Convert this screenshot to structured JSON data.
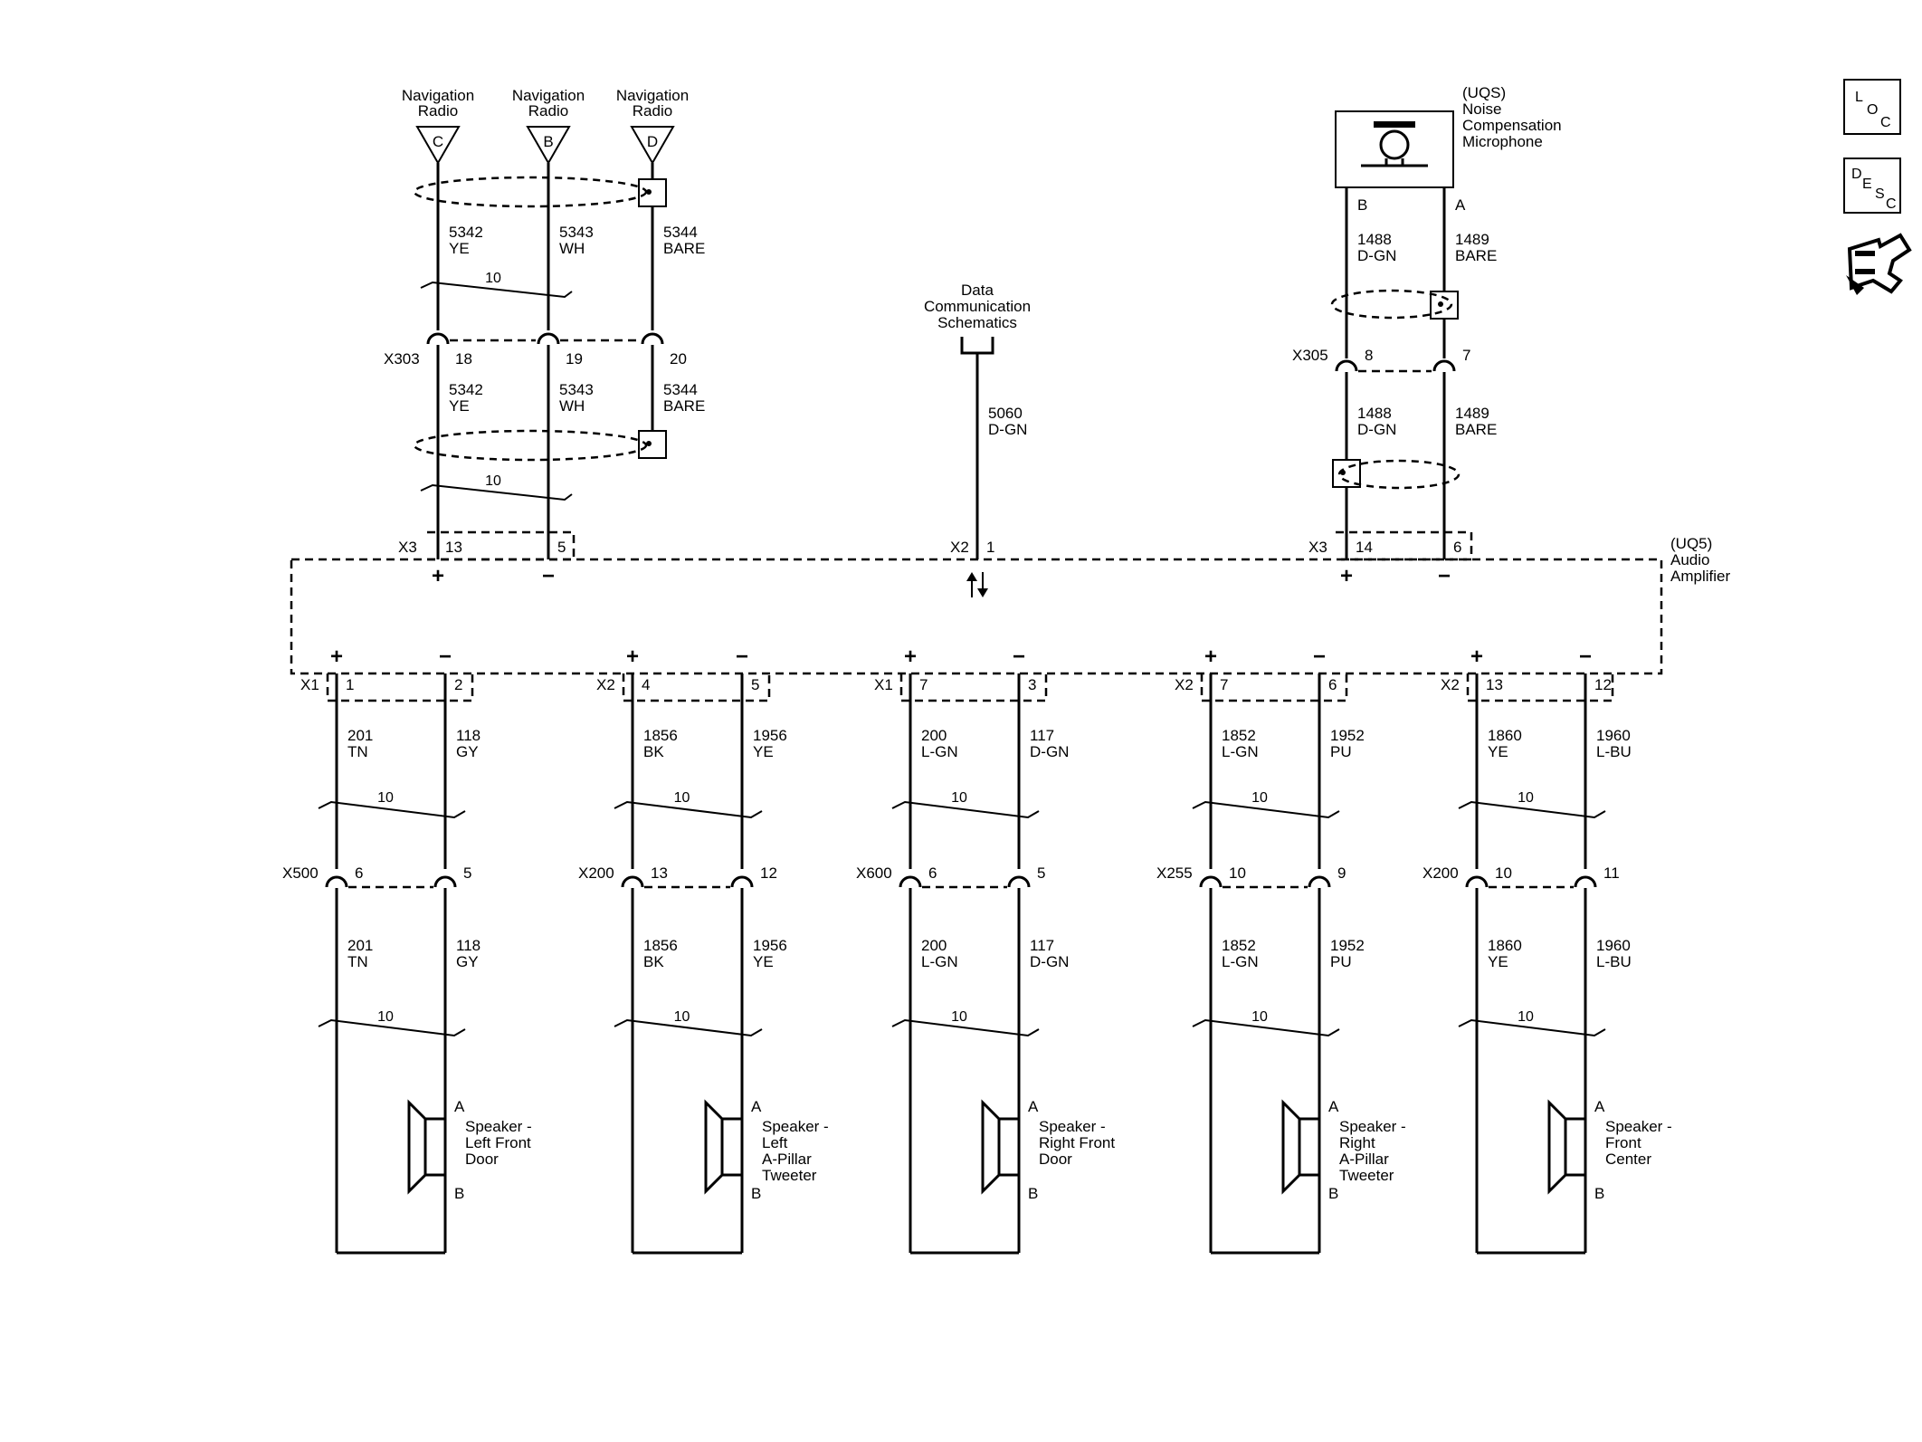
{
  "nav_sources": [
    {
      "name": "Navigation",
      "name2": "Radio",
      "pin": "C"
    },
    {
      "name": "Navigation",
      "name2": "Radio",
      "pin": "B"
    },
    {
      "name": "Navigation",
      "name2": "Radio",
      "pin": "D"
    }
  ],
  "nav_wires_upper": [
    {
      "circuit": "5342",
      "color": "YE"
    },
    {
      "circuit": "5343",
      "color": "WH"
    },
    {
      "circuit": "5344",
      "color": "BARE"
    }
  ],
  "nav_wires_lower": [
    {
      "circuit": "5342",
      "color": "YE"
    },
    {
      "circuit": "5343",
      "color": "WH"
    },
    {
      "circuit": "5344",
      "color": "BARE"
    }
  ],
  "twist_label": "10",
  "x303": {
    "name": "X303",
    "pins": [
      "18",
      "19",
      "20"
    ]
  },
  "amp_x3_left": {
    "name": "X3",
    "pins": [
      "13",
      "5"
    ]
  },
  "data_comm": {
    "line1": "Data",
    "line2": "Communication",
    "line3": "Schematics",
    "circuit": "5060",
    "color": "D-GN",
    "connector": "X2",
    "pin": "1"
  },
  "microphone": {
    "code": "(UQS)",
    "line1": "Noise",
    "line2": "Compensation",
    "line3": "Microphone",
    "pin_b": "B",
    "pin_a": "A"
  },
  "mic_wires_upper": [
    {
      "circuit": "1488",
      "color": "D-GN"
    },
    {
      "circuit": "1489",
      "color": "BARE"
    }
  ],
  "mic_wires_lower": [
    {
      "circuit": "1488",
      "color": "D-GN"
    },
    {
      "circuit": "1489",
      "color": "BARE"
    }
  ],
  "x305": {
    "name": "X305",
    "pins": [
      "8",
      "7"
    ]
  },
  "amp_x3_right": {
    "name": "X3",
    "pins": [
      "14",
      "6"
    ]
  },
  "amplifier": {
    "code": "(UQ5)",
    "line1": "Audio",
    "line2": "Amplifier"
  },
  "polarity": {
    "plus": "+",
    "minus": "−"
  },
  "icons": {
    "loc": [
      "L",
      "O",
      "C"
    ],
    "desc": [
      "D",
      "E",
      "S",
      "C"
    ]
  },
  "speakers": [
    {
      "amp_conn": "X1",
      "amp_pins": [
        "1",
        "2"
      ],
      "wires": [
        {
          "circuit": "201",
          "color": "TN"
        },
        {
          "circuit": "118",
          "color": "GY"
        }
      ],
      "inline": "X500",
      "inline_pins": [
        "6",
        "5"
      ],
      "name_lines": [
        "Speaker -",
        "Left Front",
        "Door"
      ]
    },
    {
      "amp_conn": "X2",
      "amp_pins": [
        "4",
        "5"
      ],
      "wires": [
        {
          "circuit": "1856",
          "color": "BK"
        },
        {
          "circuit": "1956",
          "color": "YE"
        }
      ],
      "inline": "X200",
      "inline_pins": [
        "13",
        "12"
      ],
      "name_lines": [
        "Speaker -",
        "Left",
        "A-Pillar",
        "Tweeter"
      ]
    },
    {
      "amp_conn": "X1",
      "amp_pins": [
        "7",
        "3"
      ],
      "wires": [
        {
          "circuit": "200",
          "color": "L-GN"
        },
        {
          "circuit": "117",
          "color": "D-GN"
        }
      ],
      "inline": "X600",
      "inline_pins": [
        "6",
        "5"
      ],
      "name_lines": [
        "Speaker -",
        "Right Front",
        "Door"
      ]
    },
    {
      "amp_conn": "X2",
      "amp_pins": [
        "7",
        "6"
      ],
      "wires": [
        {
          "circuit": "1852",
          "color": "L-GN"
        },
        {
          "circuit": "1952",
          "color": "PU"
        }
      ],
      "inline": "X255",
      "inline_pins": [
        "10",
        "9"
      ],
      "name_lines": [
        "Speaker -",
        "Right",
        "A-Pillar",
        "Tweeter"
      ]
    },
    {
      "amp_conn": "X2",
      "amp_pins": [
        "13",
        "12"
      ],
      "wires": [
        {
          "circuit": "1860",
          "color": "YE"
        },
        {
          "circuit": "1960",
          "color": "L-BU"
        }
      ],
      "inline": "X200",
      "inline_pins": [
        "10",
        "11"
      ],
      "name_lines": [
        "Speaker -",
        "Front",
        "Center"
      ]
    }
  ],
  "speaker_pins": {
    "a": "A",
    "b": "B"
  }
}
